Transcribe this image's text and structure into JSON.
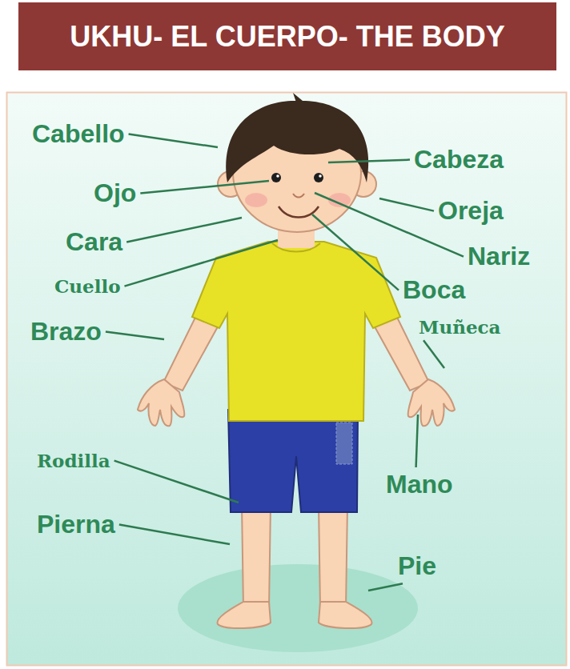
{
  "diagram": {
    "title": "UKHU- EL CUERPO- THE BODY",
    "labels": [
      "Cabello",
      "Cabeza",
      "Ojo",
      "Oreja",
      "Cara",
      "Nariz",
      "Cuello",
      "Boca",
      "Brazo",
      "Muñeca",
      "Mano",
      "Rodilla",
      "Pierna",
      "Pie"
    ]
  }
}
